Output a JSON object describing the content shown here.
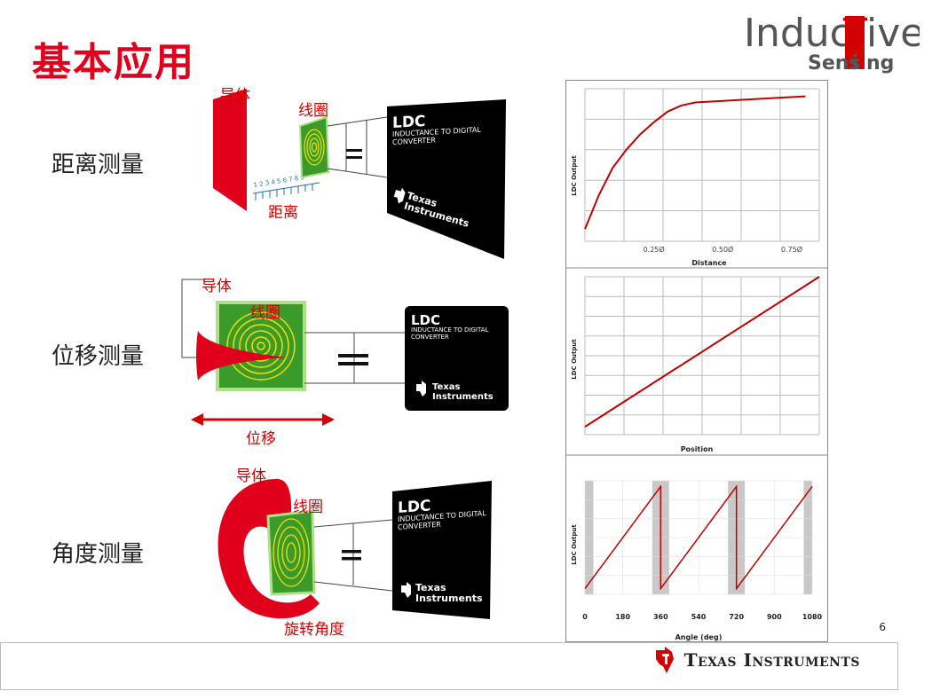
{
  "page": {
    "title": "基本应用",
    "page_number": "6",
    "logo": {
      "word_main": "Induc",
      "word_t": "T",
      "word_end": "ive",
      "word_sub": "Sens",
      "word_sub_i": "i",
      "word_sub_end": "ng"
    },
    "footer_brand": "Texas Instruments"
  },
  "rows": [
    {
      "label": "距离测量",
      "conductor": "导体",
      "coil": "线圈",
      "motion": "距离",
      "ruler": "1 2 3 4 5 6 7 8 9"
    },
    {
      "label": "位移测量",
      "conductor": "导体",
      "coil": "线圈",
      "motion": "位移"
    },
    {
      "label": "角度测量",
      "conductor": "导体",
      "coil": "线圈",
      "motion": "旋转角度"
    }
  ],
  "ldc_box": {
    "title": "LDC",
    "subtitle_line1": "INDUCTANCE TO DIGITAL",
    "subtitle_line2": "CONVERTER",
    "brand_line1": "Texas",
    "brand_line2": "Instruments"
  },
  "colors": {
    "accent_red": "#e0001b",
    "coil_green": "#3a9a2a",
    "coil_yellow": "#f4e000",
    "trace_red": "#c00000"
  },
  "chart_data": [
    {
      "type": "line",
      "title": "",
      "xlabel": "Distance",
      "ylabel": "LDC Output",
      "xtick_labels": [
        "0.25Ø",
        "0.50Ø",
        "0.75Ø"
      ],
      "xticks": [
        0.25,
        0.5,
        0.75
      ],
      "xlim": [
        0,
        0.85
      ],
      "series": [
        {
          "values_x": [
            0,
            0.05,
            0.1,
            0.15,
            0.2,
            0.25,
            0.3,
            0.35,
            0.4,
            0.5,
            0.6,
            0.7,
            0.8
          ],
          "values_y": [
            0.08,
            0.3,
            0.48,
            0.6,
            0.7,
            0.78,
            0.85,
            0.89,
            0.91,
            0.92,
            0.93,
            0.94,
            0.95
          ]
        }
      ],
      "grid": true
    },
    {
      "type": "line",
      "title": "",
      "xlabel": "Position",
      "ylabel": "LDC Output",
      "xlim": [
        0,
        1
      ],
      "ylim": [
        0,
        1
      ],
      "series": [
        {
          "values_x": [
            0,
            1
          ],
          "values_y": [
            0.05,
            1.0
          ]
        }
      ],
      "grid": true
    },
    {
      "type": "line",
      "title": "",
      "xlabel": "Angle (deg)",
      "ylabel": "LDC Output",
      "xtick_labels": [
        "0",
        "180",
        "360",
        "540",
        "720",
        "900",
        "1080"
      ],
      "xticks": [
        0,
        180,
        360,
        540,
        720,
        900,
        1080
      ],
      "xlim": [
        0,
        1080
      ],
      "series": [
        {
          "values_x": [
            0,
            360,
            360,
            720,
            720,
            1080
          ],
          "values_y": [
            0.05,
            0.95,
            0.05,
            0.95,
            0.05,
            0.95
          ]
        }
      ],
      "shaded_bands": [
        [
          0,
          40
        ],
        [
          320,
          400
        ],
        [
          680,
          760
        ],
        [
          1040,
          1080
        ]
      ],
      "grid": true
    }
  ]
}
